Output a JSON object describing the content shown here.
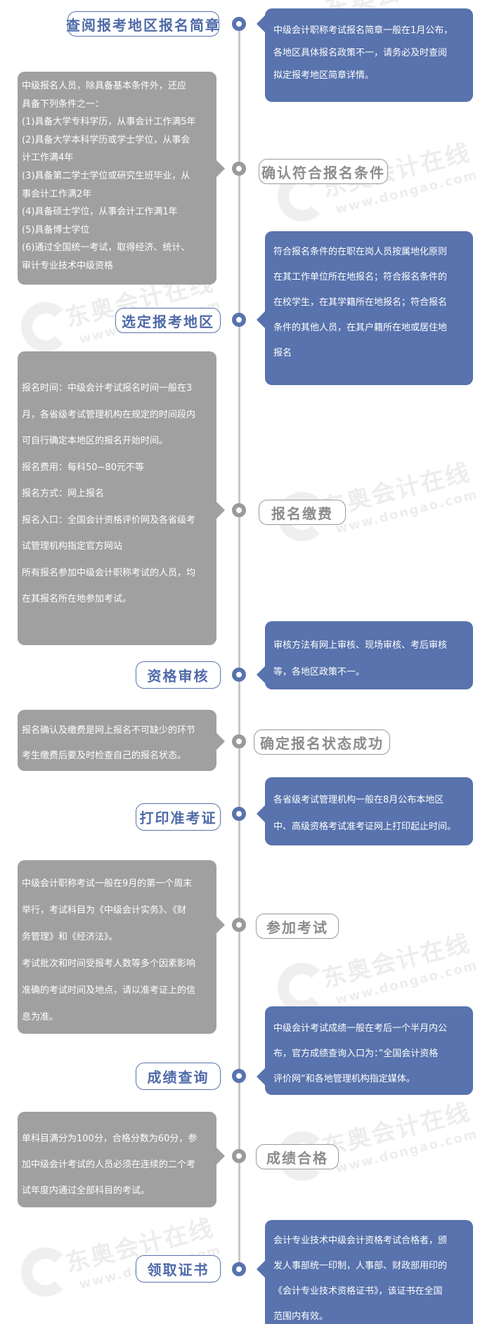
{
  "colors": {
    "blue": "#5873ad",
    "gray": "#a0a0a0",
    "line": "#c8c8c8",
    "background": "#ffffff"
  },
  "watermark": {
    "brand": "东奥会计在线",
    "url": "www.dongao.com",
    "icon": "dongao-logo-icon"
  },
  "steps": [
    {
      "label": "查阅报考地区报名简章",
      "style": "blue",
      "detail_side": "right",
      "detail": [
        "中级会计职称考试报名简章一般在1月公布，",
        "各地区具体报名政策不一，请务必及时查阅",
        "拟定报考地区简章详情。"
      ]
    },
    {
      "label": "确认符合报名条件",
      "style": "gray",
      "detail_side": "left",
      "detail": [
        "中级报名人员，除具备基本条件外，还应",
        "具备下列条件之一：",
        "(1)具备大学专科学历，从事会计工作满5年",
        "(2)具备大学本科学历或学士学位，从事会",
        "计工作满4年",
        "(3)具备第二学士学位或研究生班毕业，从",
        "事会计工作满2年",
        "(4)具备硕士学位，从事会计工作满1年",
        "(5)具备博士学位",
        "(6)通过全国统一考试，取得经济、统计、",
        "审计专业技术中级资格"
      ]
    },
    {
      "label": "选定报考地区",
      "style": "blue",
      "detail_side": "right",
      "detail": [
        "符合报名条件的在职在岗人员按属地化原则",
        "在其工作单位所在地报名；符合报名条件的",
        "在校学生，在其学籍所在地报名；符合报名",
        "条件的其他人员，在其户籍所在地或居住地",
        "报名"
      ]
    },
    {
      "label": "报名缴费",
      "style": "gray",
      "detail_side": "left",
      "detail": [
        "报名时间：中级会计考试报名时间一般在3",
        "月，各省级考试管理机构在规定的时间段内",
        "可自行确定本地区的报名开始时间。",
        "报名费用：每科50~80元不等",
        "报名方式：网上报名",
        "报名入口：全国会计资格评价网及各省级考",
        "试管理机构指定官方网站",
        "所有报名参加中级会计职称考试的人员，均",
        "在其报名所在地参加考试。"
      ]
    },
    {
      "label": "资格审核",
      "style": "blue",
      "detail_side": "right",
      "detail": [
        "审核方法有网上审核、现场审核、考后审核",
        "等，各地区政策不一。"
      ]
    },
    {
      "label": "确定报名状态成功",
      "style": "gray",
      "detail_side": "left",
      "detail": [
        "报名确认及缴费是网上报名不可缺少的环节",
        "考生缴费后要及时检查自己的报名状态。"
      ]
    },
    {
      "label": "打印准考证",
      "style": "blue",
      "detail_side": "right",
      "detail": [
        "各省级考试管理机构一般在8月公布本地区",
        "中、高级资格考试准考证网上打印起止时间。"
      ]
    },
    {
      "label": "参加考试",
      "style": "gray",
      "detail_side": "left",
      "detail": [
        "中级会计职称考试一般在9月的第一个周末",
        "举行，考试科目为《中级会计实务》、《财",
        "务管理》和《经济法》。",
        "考试批次和时间受报考人数等多个因素影响",
        "准确的考试时间及地点，请以准考证上的信",
        "息为准。"
      ]
    },
    {
      "label": "成绩查询",
      "style": "blue",
      "detail_side": "right",
      "detail": [
        "中级会计考试成绩一般在考后一个半月内公",
        "布，官方成绩查询入口为：”全国会计资格",
        "评价网“和各地管理机构指定媒体。"
      ]
    },
    {
      "label": "成绩合格",
      "style": "gray",
      "detail_side": "left",
      "detail": [
        "单科目满分为100分，合格分数为60分，参",
        "加中级会计考试的人员必须在连续的二个考",
        "试年度内通过全部科目的考试。"
      ]
    },
    {
      "label": "领取证书",
      "style": "blue",
      "detail_side": "right",
      "detail": [
        "会计专业技术中级会计资格考试合格者，颁",
        "发人事部统一印制，人事部、财政部用印的",
        "《会计专业技术资格证书》，该证书在全国",
        "范围内有效。"
      ]
    }
  ]
}
